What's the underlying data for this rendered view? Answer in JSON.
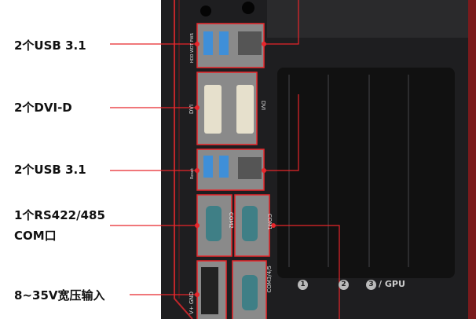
{
  "labels": {
    "usb_top": "2个USB 3.1",
    "dvi": "2个DVI-D",
    "usb_bottom": "2个USB 3.1",
    "com_line1": "1个RS422/485",
    "com_line2": "COM口",
    "power": "8~35V宽压输入"
  },
  "port_markings": {
    "dvi": "DVI",
    "com1": "COM1",
    "com2": "COM2",
    "com345": "COM3/4/5",
    "power": "V+ GND",
    "reset": "Reset",
    "leds": "HDD WDT PWR"
  },
  "slots": {
    "slot1": "1",
    "slot2": "2",
    "slot3": "3",
    "gpu": "/ GPU"
  },
  "colors": {
    "accent": "#e8262b",
    "device": "#1c1c1e",
    "port_panel": "#8a8a8a"
  }
}
